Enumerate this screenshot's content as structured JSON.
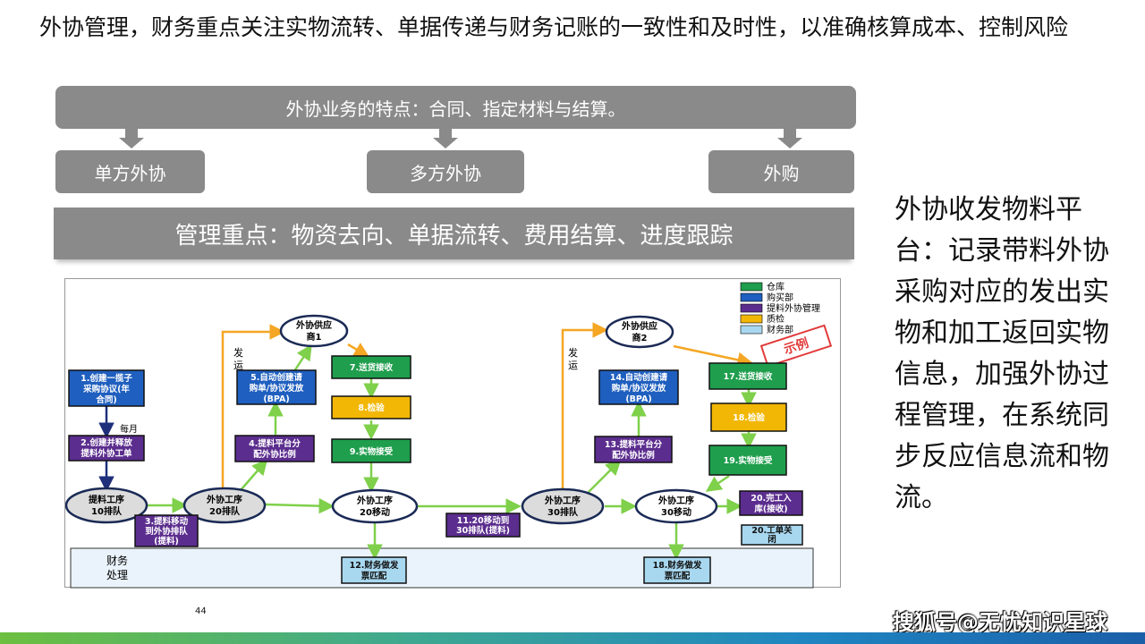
{
  "headline": "外协管理，财务重点关注实物流转、单据传递与财务记账的一致性和及时性，以准确核算成本、控制风险",
  "banner": "外协业务的特点：合同、指定材料与结算。",
  "subtypes": [
    "单方外协",
    "多方外协",
    "外购"
  ],
  "focus": "管理重点：物资去向、单据流转、费用结算、进度跟踪",
  "side_text": "外协收发物料平台：记录带料外协采购对应的发出实物和加工返回实物信息，加强外协过程管理，在系统同步反应信息流和物流。",
  "page_number": "44",
  "watermark": "搜狐号@无忧知识星球",
  "colors": {
    "gray": "#8a8a8a",
    "warehouse": "#1f9e4d",
    "purchasing": "#1f5fbf",
    "outsourcing": "#5b2d8e",
    "qc": "#f2b705",
    "finance": "#a8d8f0",
    "arrow_green": "#7fd04a",
    "arrow_orange": "#f5a623",
    "arrow_navy": "#1f2f7a",
    "stamp": "#e23b3b"
  },
  "diagram": {
    "legend": [
      "仓库",
      "购买部",
      "提料外协管理",
      "质检",
      "财务部"
    ],
    "ovals": {
      "supplier1": [
        "外协供应",
        "商1"
      ],
      "supplier2": [
        "外协供应",
        "商2"
      ],
      "op10": [
        "提料工序",
        "10排队"
      ],
      "op20q": [
        "外协工序",
        "20排队"
      ],
      "op20m": [
        "外协工序",
        "20移动"
      ],
      "op30q": [
        "外协工序",
        "30排队"
      ],
      "op30m": [
        "外协工序",
        "30移动"
      ]
    },
    "boxes": {
      "b1": [
        "1.创建一揽子",
        "采购协议(年",
        "合同)"
      ],
      "b2": [
        "2.创建并释放",
        "提料外协工单"
      ],
      "b3": [
        "3.提料移动",
        "到外协排队",
        "(提料)"
      ],
      "b4": [
        "4.提料平台分",
        "配外协比例"
      ],
      "b5": [
        "5.自动创建请",
        "购单/协议发放",
        "(BPA)"
      ],
      "b7": [
        "7.送货接收"
      ],
      "b8": [
        "8.检验"
      ],
      "b9": [
        "9.实物接受"
      ],
      "b11": [
        "11.20移动到",
        "30排队(提料)"
      ],
      "b12": [
        "12.财务做发",
        "票匹配"
      ],
      "b13": [
        "13.提料平台分",
        "配外协比例"
      ],
      "b14": [
        "14.自动创建请",
        "购单/协议发放",
        "(BPA)"
      ],
      "b17": [
        "17.送货接收"
      ],
      "b18": [
        "18.检验"
      ],
      "b19": [
        "19.实物接受"
      ],
      "b20a": [
        "20.完工入",
        "库(接收)"
      ],
      "b20b": [
        "20.工单关",
        "闭"
      ],
      "b18f": [
        "18.财务做发",
        "票匹配"
      ]
    },
    "labels": {
      "monthly": "每月",
      "ship1": [
        "发",
        "运"
      ],
      "ship2": [
        "发",
        "运"
      ],
      "finance_lane": [
        "财务",
        "处理"
      ],
      "stamp": "示例"
    }
  }
}
